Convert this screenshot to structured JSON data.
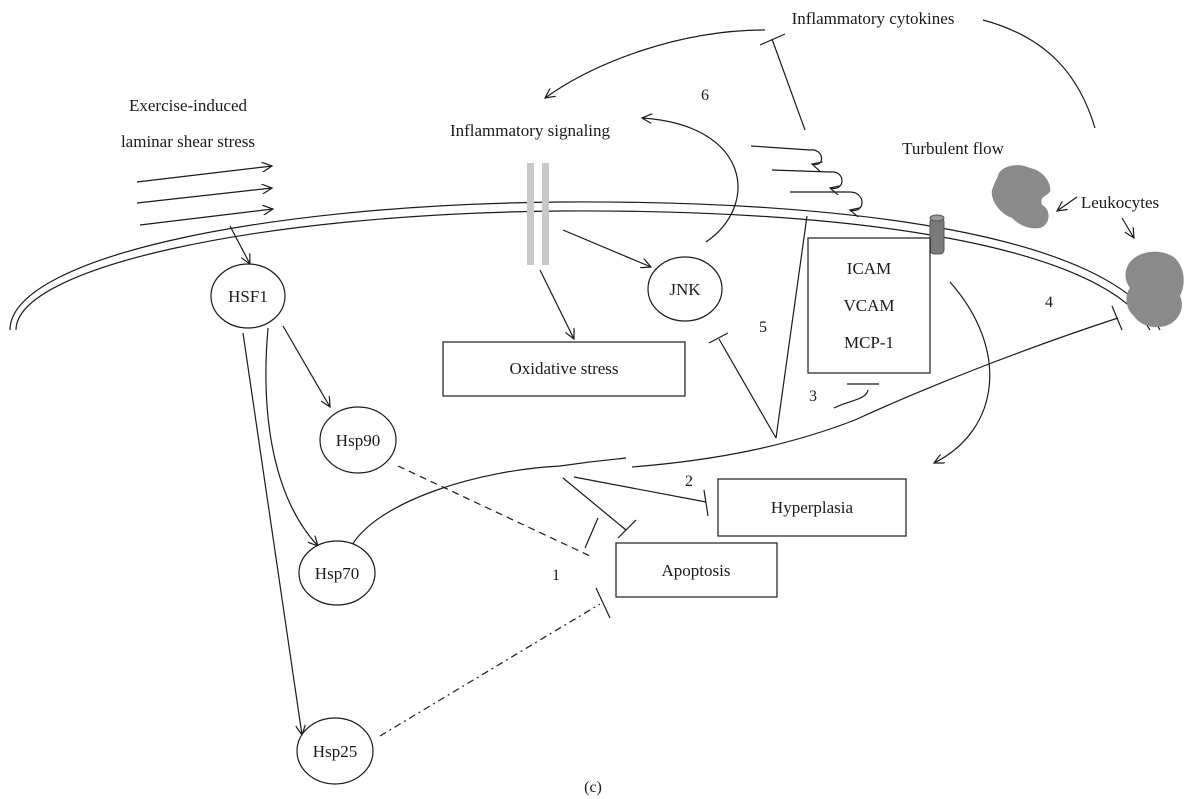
{
  "labels": {
    "cytokines": "Inflammatory cytokines",
    "exercise_line1": "Exercise-induced",
    "exercise_line2": "laminar shear stress",
    "inflammatory_signaling": "Inflammatory signaling",
    "turbulent_flow": "Turbulent flow",
    "leukocytes": "Leukocytes",
    "panel_caption": "(c)"
  },
  "nodes": {
    "hsf1": "HSF1",
    "hsp90": "Hsp90",
    "hsp70": "Hsp70",
    "hsp25": "Hsp25",
    "jnk": "JNK",
    "oxidative_stress": "Oxidative stress",
    "adhesion": [
      "ICAM",
      "VCAM",
      "MCP-1"
    ],
    "hyperplasia": "Hyperplasia",
    "apoptosis": "Apoptosis"
  },
  "numbers": {
    "n1": "1",
    "n2": "2",
    "n3": "3",
    "n4": "4",
    "n5": "5",
    "n6": "6"
  },
  "colors": {
    "line": "#1a1a1a",
    "channel": "#c8c8c8",
    "leukocyte": "#8a8a8a",
    "receptor": "#7a7a7a"
  }
}
